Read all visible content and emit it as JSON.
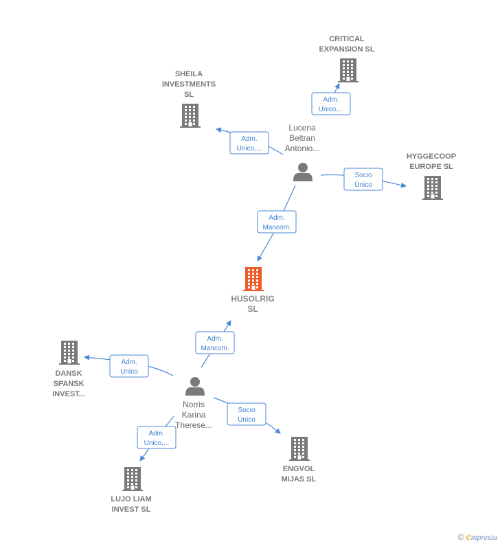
{
  "colors": {
    "building": "#7a7a7a",
    "building_main": "#f05a28",
    "person": "#7a7a7a",
    "edge": "#4a86d6"
  },
  "nodes": {
    "critical": {
      "lines": [
        "CRITICAL",
        "EXPANSION SL"
      ],
      "kind": "company",
      "icon": "building-icon"
    },
    "sheila": {
      "lines": [
        "SHEILA",
        "INVESTMENTS",
        "SL"
      ],
      "kind": "company",
      "icon": "building-icon"
    },
    "lucena": {
      "lines": [
        "Lucena",
        "Beltran",
        "Antonio..."
      ],
      "kind": "person",
      "icon": "person-icon"
    },
    "hyggecoop": {
      "lines": [
        "HYGGECOOP",
        "EUROPE  SL"
      ],
      "kind": "company",
      "icon": "building-icon"
    },
    "husolrig": {
      "lines": [
        "HUSOLRIG",
        "SL"
      ],
      "kind": "company",
      "icon": "building-icon",
      "main": true
    },
    "dansk": {
      "lines": [
        "DANSK",
        "SPANSK",
        "INVEST..."
      ],
      "kind": "company",
      "icon": "building-icon"
    },
    "norris": {
      "lines": [
        "Norris",
        "Karina",
        "Therese..."
      ],
      "kind": "person",
      "icon": "person-icon"
    },
    "engvol": {
      "lines": [
        "ENGVOL",
        "MIJAS  SL"
      ],
      "kind": "company",
      "icon": "building-icon"
    },
    "lujo": {
      "lines": [
        "LUJO LIAM",
        "INVEST  SL"
      ],
      "kind": "company",
      "icon": "building-icon"
    }
  },
  "edges": [
    {
      "from": "lucena",
      "to": "critical",
      "role": [
        "Adm.",
        "Unico,..."
      ]
    },
    {
      "from": "lucena",
      "to": "sheila",
      "role": [
        "Adm.",
        "Unico,..."
      ]
    },
    {
      "from": "lucena",
      "to": "hyggecoop",
      "role": [
        "Socio",
        "Único"
      ]
    },
    {
      "from": "lucena",
      "to": "husolrig",
      "role": [
        "Adm.",
        "Mancom."
      ]
    },
    {
      "from": "norris",
      "to": "husolrig",
      "role": [
        "Adm.",
        "Mancom."
      ]
    },
    {
      "from": "norris",
      "to": "dansk",
      "role": [
        "Adm.",
        "Unico"
      ]
    },
    {
      "from": "norris",
      "to": "engvol",
      "role": [
        "Socio",
        "Único"
      ]
    },
    {
      "from": "norris",
      "to": "lujo",
      "role": [
        "Adm.",
        "Unico,..."
      ]
    }
  ],
  "watermark": {
    "symbol": "©",
    "brand_initial": "e",
    "brand_rest": "mpresia"
  }
}
